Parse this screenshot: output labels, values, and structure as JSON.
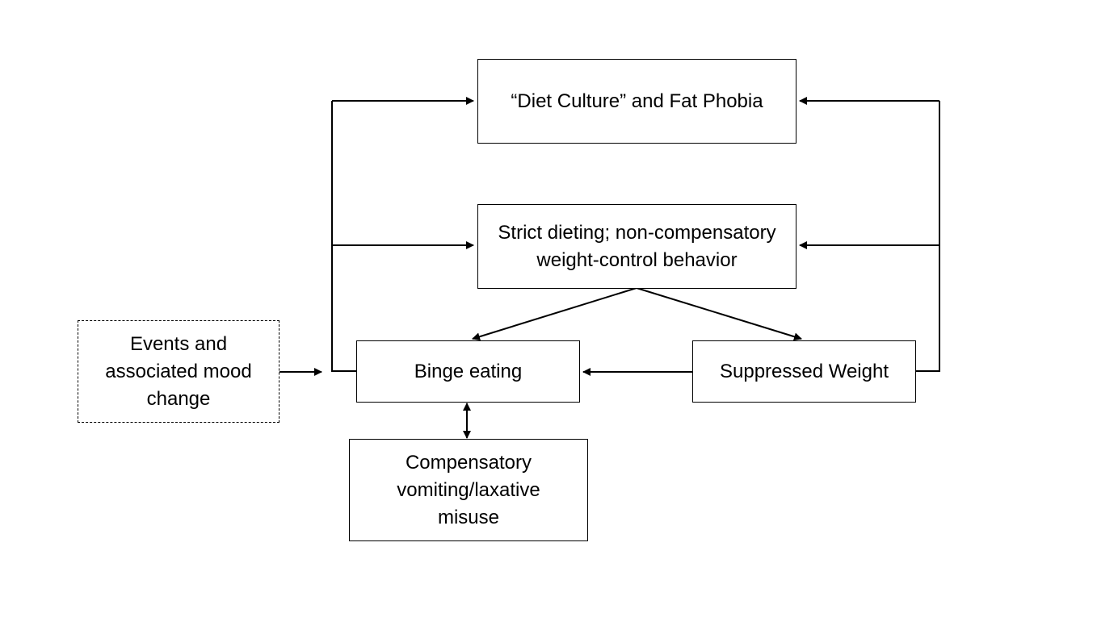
{
  "nodes": {
    "diet_culture": {
      "label": "“Diet Culture” and Fat Phobia"
    },
    "strict_dieting": {
      "label": "Strict dieting; non-compensatory weight-control behavior"
    },
    "events": {
      "label": "Events and associated mood change"
    },
    "binge_eating": {
      "label": "Binge eating"
    },
    "suppressed_weight": {
      "label": "Suppressed Weight"
    },
    "compensatory": {
      "label": "Compensatory vomiting/laxative misuse"
    }
  },
  "edges": [
    {
      "from": "events",
      "to": "binge_eating",
      "style": "arrow"
    },
    {
      "from": "binge_eating",
      "to": "diet_culture",
      "style": "arrow"
    },
    {
      "from": "binge_eating",
      "to": "strict_dieting",
      "style": "arrow"
    },
    {
      "from": "strict_dieting",
      "to": "binge_eating",
      "style": "arrow"
    },
    {
      "from": "strict_dieting",
      "to": "suppressed_weight",
      "style": "arrow"
    },
    {
      "from": "suppressed_weight",
      "to": "binge_eating",
      "style": "arrow"
    },
    {
      "from": "suppressed_weight",
      "to": "diet_culture",
      "style": "arrow"
    },
    {
      "from": "suppressed_weight",
      "to": "strict_dieting",
      "style": "arrow"
    },
    {
      "from": "binge_eating",
      "to": "compensatory",
      "style": "double-arrow"
    }
  ],
  "colors": {
    "stroke": "#000000",
    "background": "#ffffff"
  }
}
